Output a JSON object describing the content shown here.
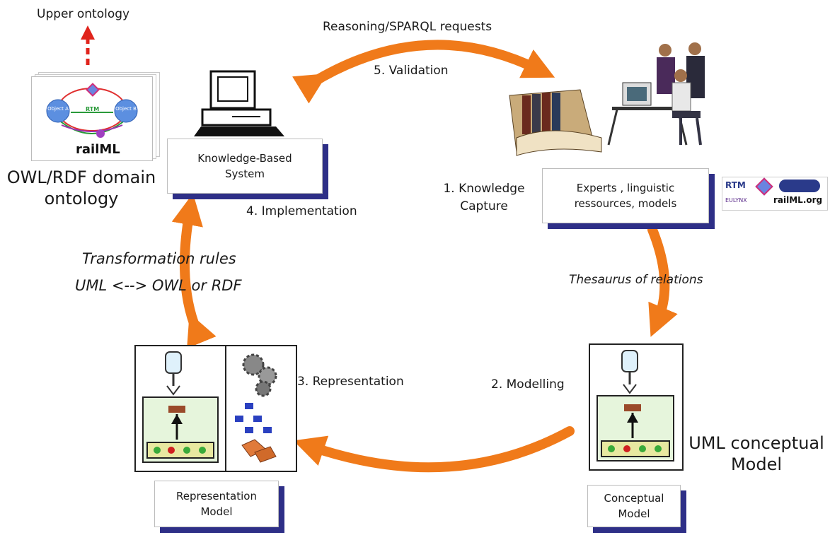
{
  "upper_ontology": "Upper ontology",
  "reasoning_label": "Reasoning/SPARQL requests",
  "validation_label": "5. Validation",
  "kbs_box": "Knowledge-Based System",
  "owl_domain_label": "OWL/RDF domain ontology",
  "ontology_card": {
    "object_a": "Object A",
    "object_b": "Object B",
    "rtm": "RTM",
    "railml": "railML"
  },
  "knowledge_capture_label": "1. Knowledge Capture",
  "experts_box": "Experts , linguistic ressources, models",
  "logos": {
    "rtm": "RTM",
    "eulynx": "EULYNX",
    "railml": "railML.org"
  },
  "implementation_label": "4. Implementation",
  "transformation_rules": "Transformation rules",
  "uml_owl_rdf": "UML <-->  OWL or RDF",
  "thesaurus_label": "Thesaurus of relations",
  "representation_label": "3. Representation",
  "modelling_label": "2. Modelling",
  "uml_conceptual_label": "UML conceptual Model",
  "representation_box": "Representation Model",
  "conceptual_box": "Conceptual Model",
  "colors": {
    "arrow": "#f07a1a",
    "shadow": "#2e2f87",
    "red_arrow": "#e0241c"
  }
}
